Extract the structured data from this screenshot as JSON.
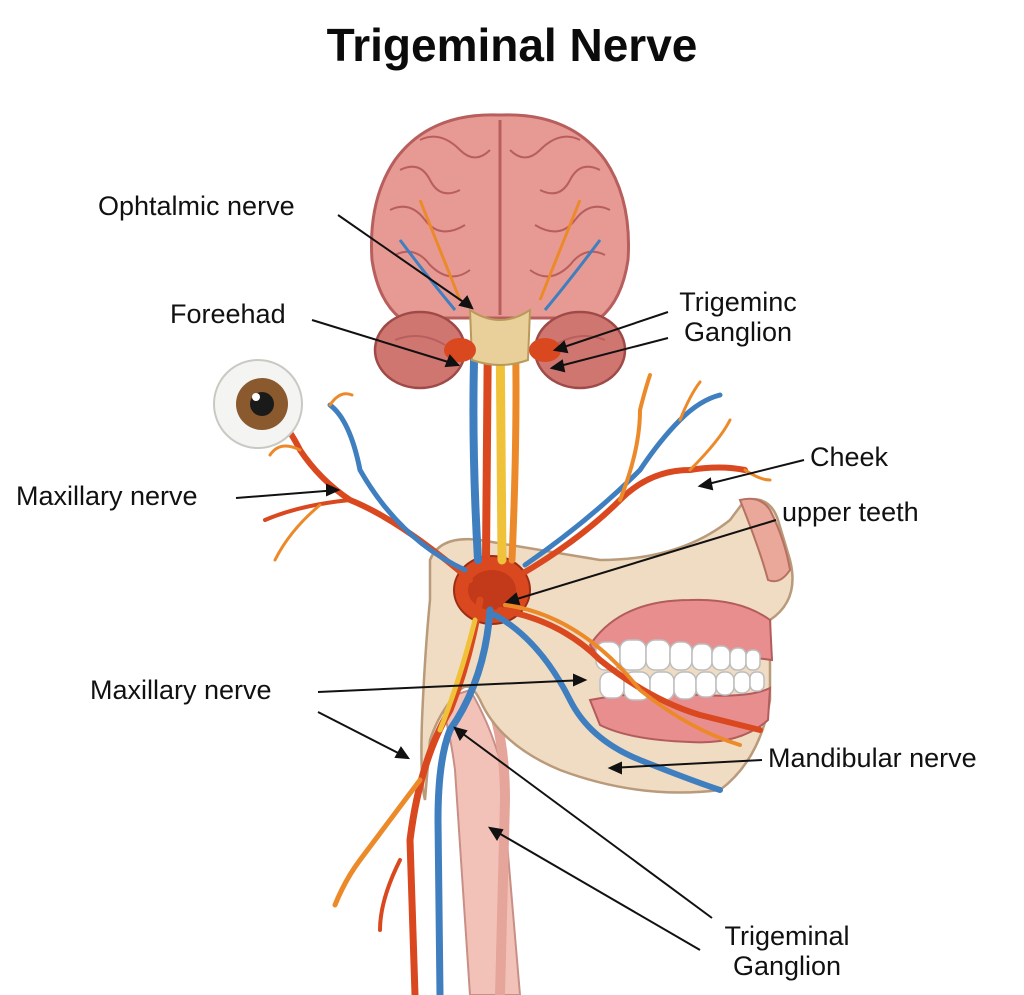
{
  "title": "Trigeminal Nerve",
  "labels": {
    "ophthalmic_nerve": "Ophtalmic nerve",
    "forehead": "Foreehad",
    "trigeminal_ganglion_top_line1": "Trigeminc",
    "trigeminal_ganglion_top_line2": "Ganglion",
    "maxillary_nerve_upper": "Maxillary nerve",
    "cheek": "Cheek",
    "upper_teeth": "upper teeth",
    "maxillary_nerve_lower": "Maxillary nerve",
    "mandibular_nerve": "Mandibular nerve",
    "trigeminal_ganglion_bottom_line1": "Trigeminal",
    "trigeminal_ganglion_bottom_line2": "Ganglion"
  },
  "colors": {
    "brain": "#e79a94",
    "brain_dark": "#b85f5e",
    "nerve_red": "#d9481f",
    "nerve_orange": "#ec8a2a",
    "nerve_yellow": "#f0c23a",
    "nerve_blue": "#3f7fbf",
    "bone": "#efdcc3",
    "gum": "#e88e8e",
    "tooth": "#ffffff"
  }
}
